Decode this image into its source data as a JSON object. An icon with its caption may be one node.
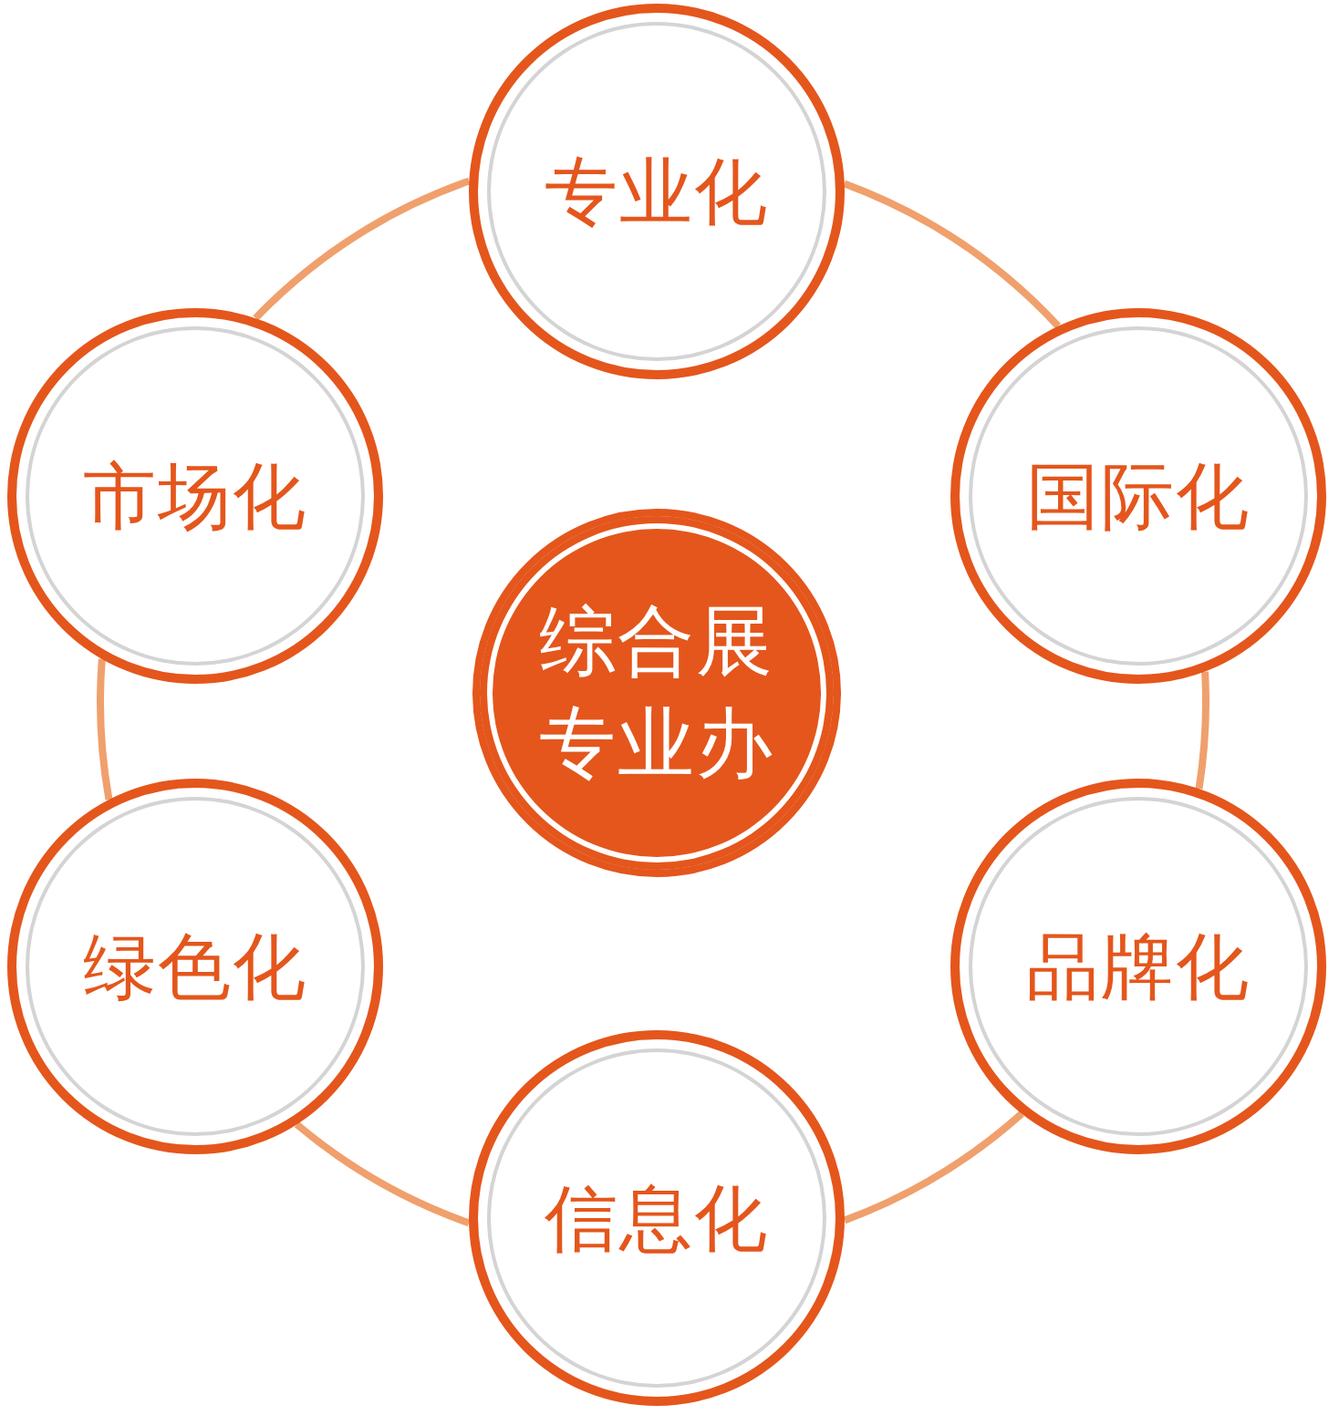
{
  "diagram": {
    "nodes": [
      {
        "text": [
          "综合展专业办"
        ]
      },
      {
        "text": [
          "专业化"
        ]
      },
      {
        "text": [
          "国际化"
        ]
      },
      {
        "text": [
          "品牌化"
        ]
      },
      {
        "text": [
          "信息化"
        ]
      },
      {
        "text": [
          "绿色化"
        ]
      },
      {
        "text": [
          "市场化"
        ]
      }
    ],
    "edges": [
      {
        "from": 1,
        "to": 2,
        "arrow": "none"
      },
      {
        "from": 2,
        "to": 3,
        "arrow": "none"
      },
      {
        "from": 3,
        "to": 4,
        "arrow": "none"
      },
      {
        "from": 4,
        "to": 5,
        "arrow": "none"
      },
      {
        "from": 5,
        "to": 6,
        "arrow": "none"
      },
      {
        "from": 6,
        "to": 1,
        "arrow": "none"
      }
    ]
  }
}
